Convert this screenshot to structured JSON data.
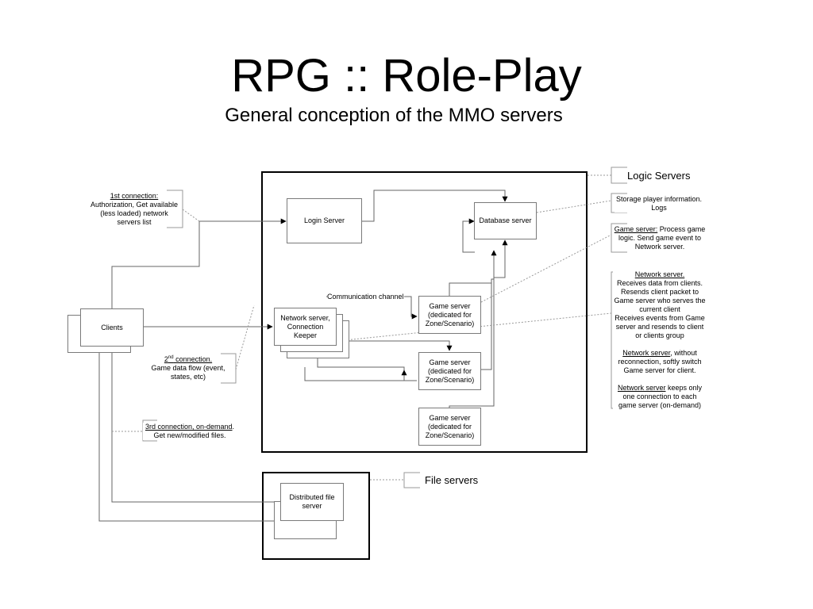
{
  "slide": {
    "title": "RPG :: Role-Play",
    "subtitle": "General conception of the MMO servers"
  },
  "nodes": {
    "clients": "Clients",
    "login_server": "Login Server",
    "database_server": "Database server",
    "network_server": "Network server, Connection Keeper",
    "game_server_1": "Game server (dedicated for Zone/Scenario)",
    "game_server_2": "Game server (dedicated for Zone/Scenario)",
    "game_server_3": "Game server (dedicated for Zone/Scenario)",
    "file_server": "Distributed file server"
  },
  "edge_labels": {
    "communication_channel": "Communication channel"
  },
  "group_labels": {
    "logic_servers": "Logic Servers",
    "file_servers": "File servers"
  },
  "annotations": {
    "first_connection": {
      "heading": "1st connection:",
      "body": "Authorization, Get available (less loaded)  network servers list"
    },
    "second_connection": {
      "heading_number": "2",
      "heading_sup": "nd",
      "heading_rest": " connection.",
      "body": "Game data flow (event, states, etc)"
    },
    "third_connection": {
      "heading": "3rd connection, on-demand",
      "heading_tail": ".",
      "body": "Get new/modified files."
    },
    "storage": "Storage player information. Logs",
    "game_server_note": {
      "heading": "Game server:",
      "body": " Process game logic. Send game event to Network server."
    },
    "network_server_note": {
      "heading": "Network server.",
      "p1": "Receives data from clients. Resends client packet to Game server who serves the current client",
      "p2": "Receives events from Game server and resends to client or clients group",
      "p3_link": "Network server",
      "p3": ", without reconnection, softly switch Game server for client.",
      "p4_link": "Network server",
      "p4": " keeps only one connection to each game server (on-demand)"
    }
  }
}
